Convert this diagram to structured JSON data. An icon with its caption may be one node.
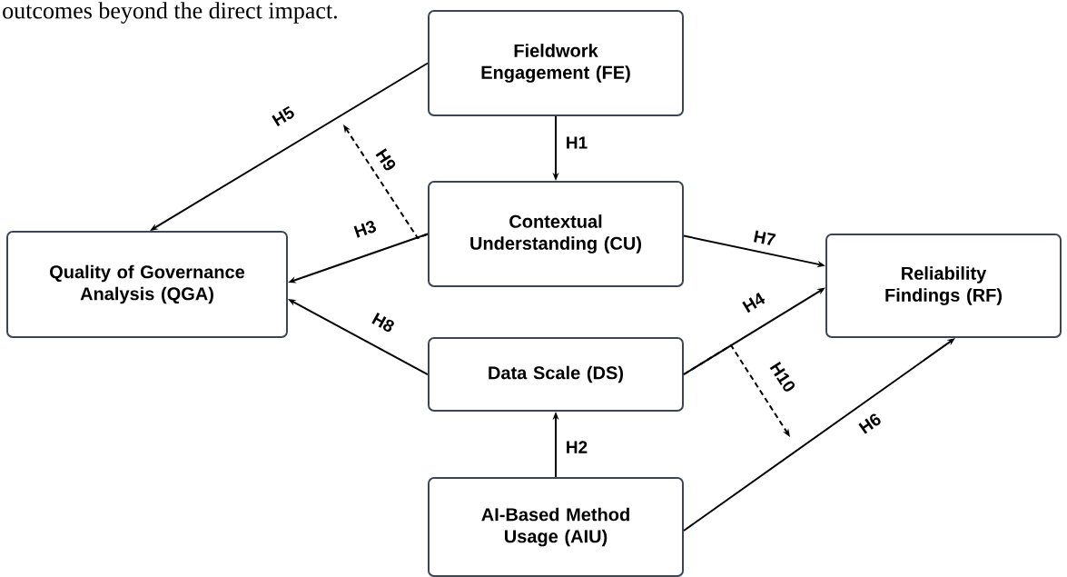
{
  "diagram": {
    "nodes": [
      {
        "text": [
          "Fieldwork Engagement (FE)"
        ]
      },
      {
        "text": [
          "Quality of Governance Analysis (QGA)"
        ]
      },
      {
        "text": [
          "Contextual Understanding (CU)"
        ]
      },
      {
        "text": [
          "Reliability Findings (RF)"
        ]
      },
      {
        "text": [
          "Data Scale (DS)"
        ]
      },
      {
        "text": [
          "AI-Based Method Usage (AIU)"
        ]
      }
    ],
    "edges": [
      {
        "from": 0,
        "to": 2,
        "arrow": "to",
        "label": "H1"
      },
      {
        "from": 0,
        "to": 1,
        "arrow": "to",
        "label": "H5"
      },
      {
        "from": 2,
        "to": 1,
        "arrow": "to",
        "label": "H3"
      },
      {
        "from": 2,
        "to": 3,
        "arrow": "to",
        "label": "H7"
      },
      {
        "from": 4,
        "to": 1,
        "arrow": "to",
        "label": "H8"
      },
      {
        "from": 4,
        "to": 3,
        "arrow": "to",
        "label": "H4"
      },
      {
        "from": 5,
        "to": 4,
        "arrow": "to",
        "label": "H2"
      },
      {
        "from": 5,
        "to": 3,
        "arrow": "to",
        "label": "H6"
      },
      {
        "from": 2,
        "to": null,
        "arrow": "to",
        "label": "H9",
        "style": "dashed"
      },
      {
        "from": 4,
        "to": null,
        "arrow": "to",
        "label": "H10",
        "style": "dashed"
      }
    ],
    "labels": [
      "outcomes beyond the direct impact."
    ]
  }
}
